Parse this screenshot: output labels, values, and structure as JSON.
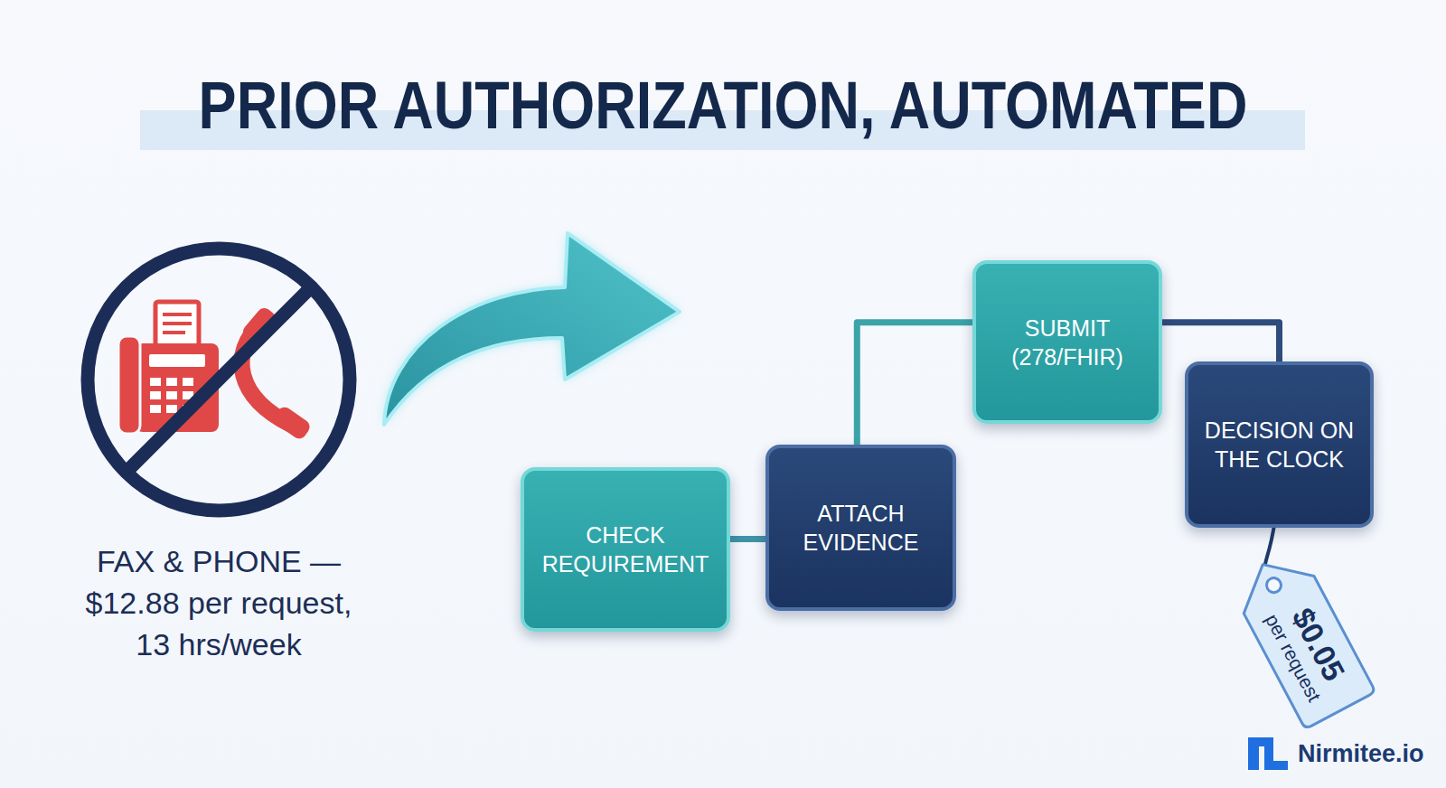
{
  "diagram": {
    "title": "PRIOR AUTHORIZATION, AUTOMATED",
    "nodes": [
      {
        "text": [
          "CHECK REQUIREMENT"
        ]
      },
      {
        "text": [
          "ATTACH EVIDENCE"
        ]
      },
      {
        "text": [
          "SUBMIT (278/FHIR)"
        ]
      },
      {
        "text": [
          "DECISION ON THE CLOCK"
        ]
      },
      {
        "text": [
          "$0.05",
          "per request"
        ]
      }
    ],
    "edges": [
      {
        "from": 0,
        "to": 1,
        "arrow": "none"
      },
      {
        "from": 1,
        "to": 2,
        "arrow": "none"
      },
      {
        "from": 2,
        "to": 3,
        "arrow": "none"
      },
      {
        "from": 3,
        "to": 4,
        "arrow": "none"
      }
    ],
    "labels": [
      "FAX & PHONE — $12.88 per request, 13 hrs/week",
      "Nirmitee.io"
    ]
  }
}
